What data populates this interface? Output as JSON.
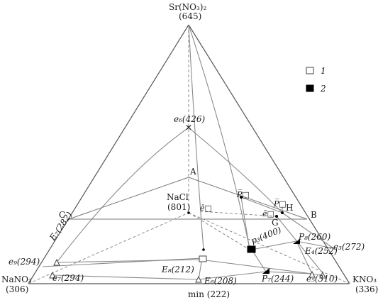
{
  "labels": {
    "top_formula": "Sr(NO₃)₂",
    "top_temp": "(645)",
    "nano3_formula": "NaNO₃",
    "nano3_temp": "(306)",
    "kno3_formula": "KNO₃",
    "kno3_temp": "(336)",
    "nacl_formula": "NaCl",
    "nacl_temp": "(801)",
    "a": "A",
    "b": "B",
    "c": "C",
    "g": "G",
    "h": "H",
    "e6": "e₆(426)",
    "e7_top": "E₇(282)",
    "e9": "e₉(294)",
    "e7_bottom": "e₇(294)",
    "e8": "E₈(212)",
    "e6_big": "E₆(208)",
    "min": "min (222)",
    "p7": "P₇(244)",
    "e5": "e₅(310)",
    "e4": "E₄(252)",
    "e3": "e₃(272)",
    "p8": "P₈(260)",
    "p3": "p₃(400)",
    "eps1": "ē□",
    "eps2": "ē□",
    "p_bar1": "P̅□",
    "p_bar2": "P̅□"
  },
  "legend": {
    "item1": "1",
    "item2": "2"
  },
  "colors": {
    "edge": "#555555",
    "grey": "#8a8a8a",
    "fill_black": "#000000",
    "fill_white": "#ffffff"
  }
}
